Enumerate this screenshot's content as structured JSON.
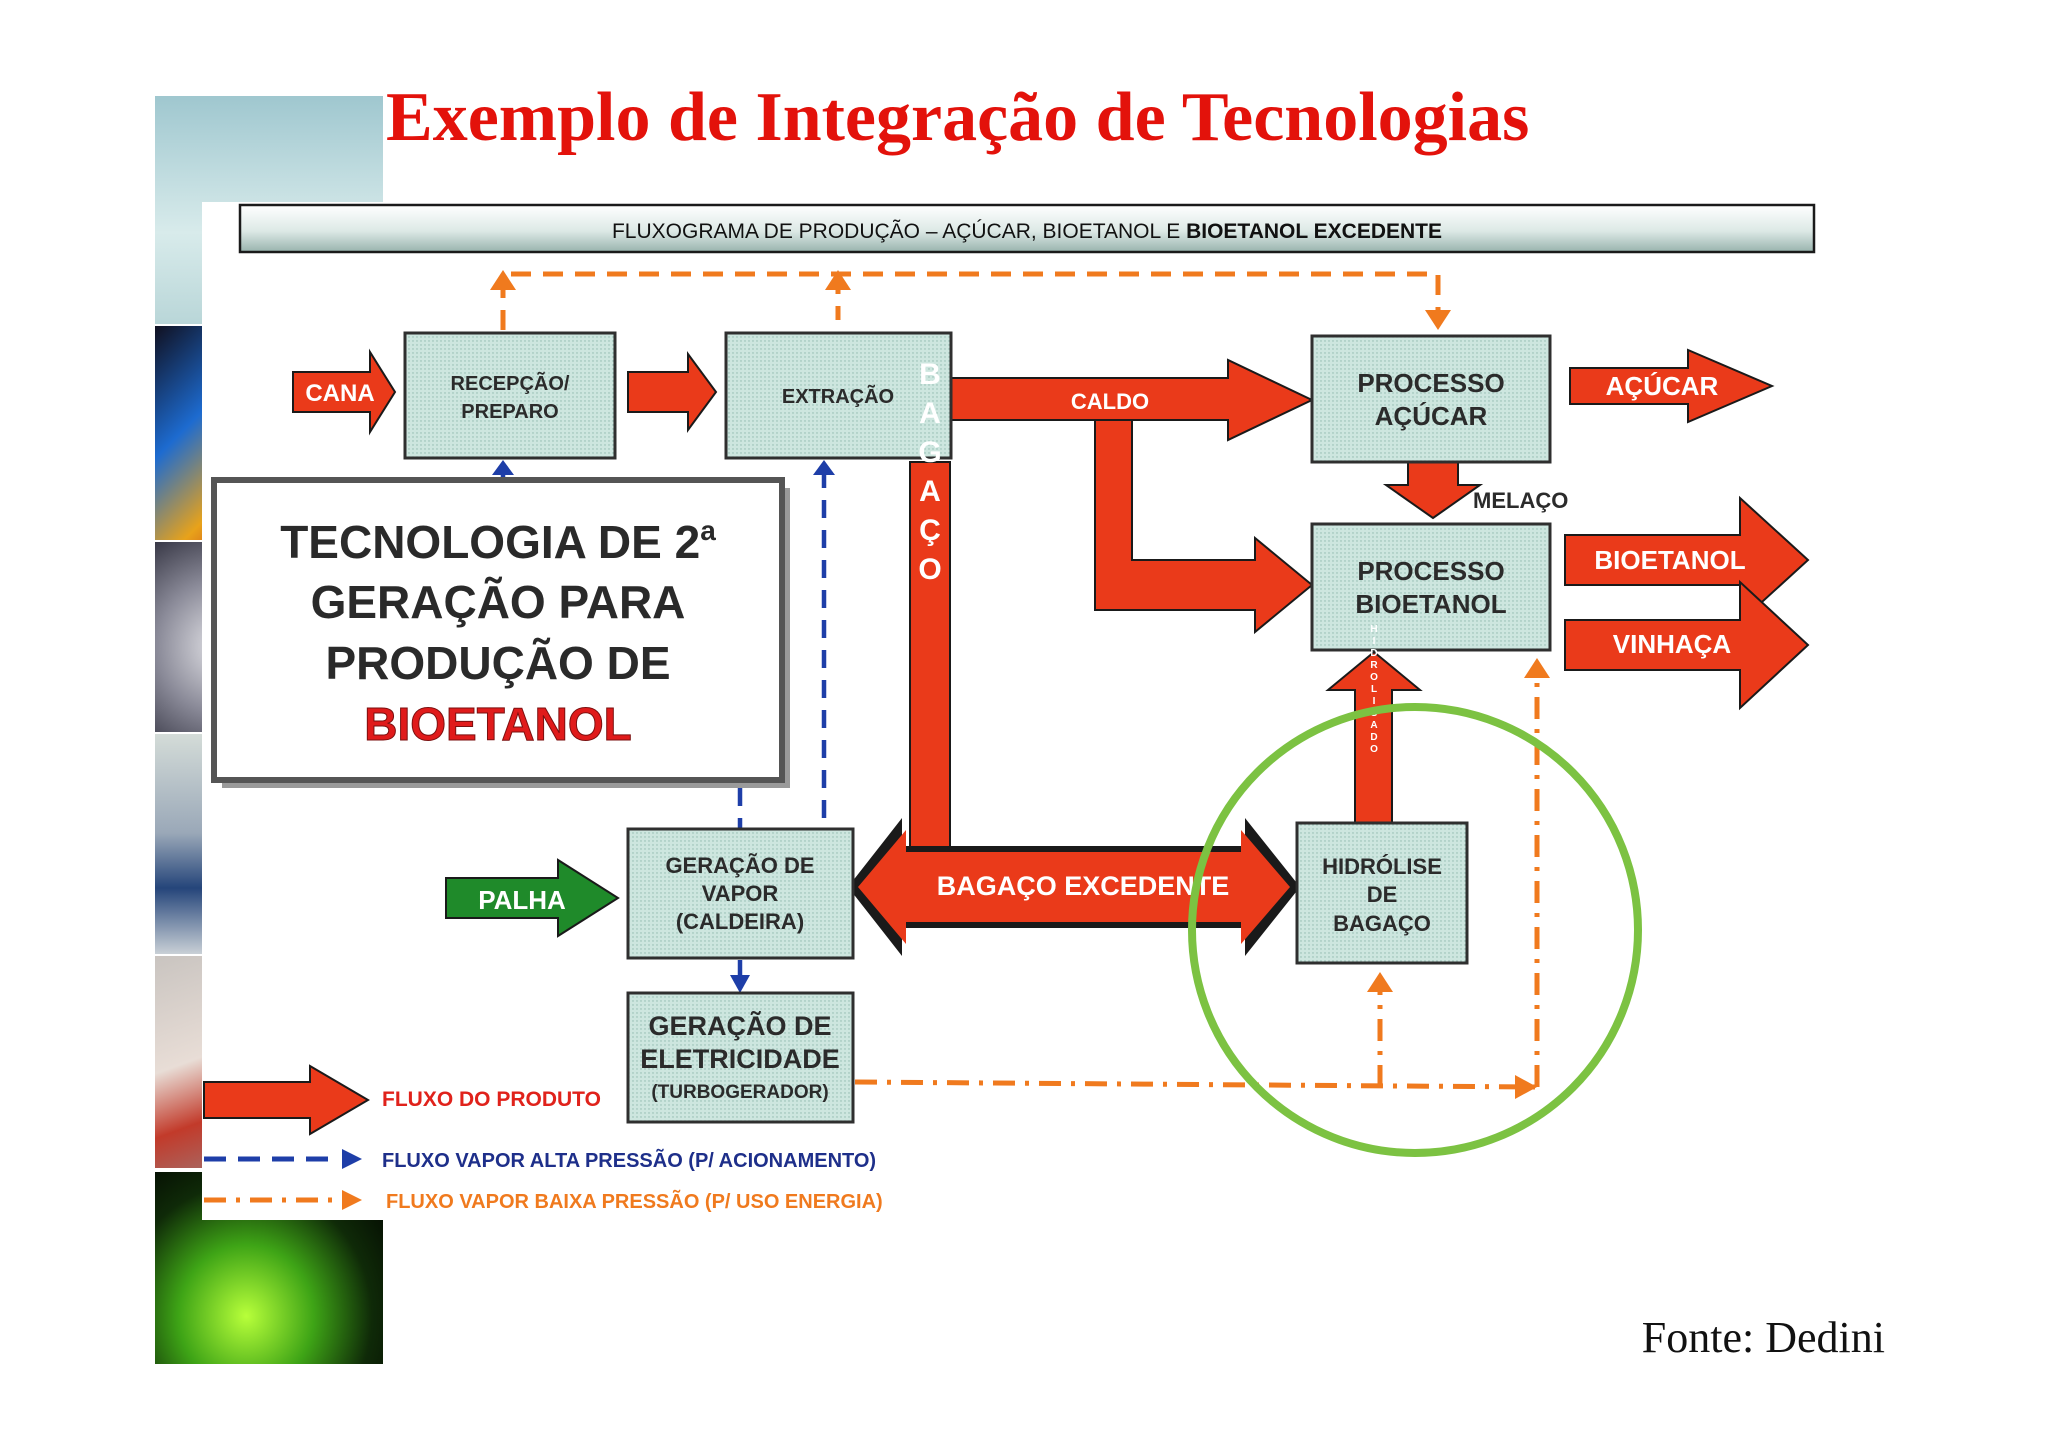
{
  "title": "Exemplo de Integração de Tecnologias",
  "source": "Fonte: Dedini",
  "banner": {
    "prefix": "FLUXOGRAMA DE PRODUÇÃO – AÇÚCAR, BIOETANOL E ",
    "bold": "BIOETANOL EXCEDENTE"
  },
  "callout": {
    "line1": "TECNOLOGIA DE 2",
    "sup": "a",
    "line2": "GERAÇÃO PARA",
    "line3": "PRODUÇÃO DE",
    "line4": "BIOETANOL"
  },
  "boxes": {
    "recepcao": [
      "RECEPÇÃO/",
      "PREPARO"
    ],
    "extracao": [
      "EXTRAÇÃO"
    ],
    "processo_acucar": [
      "PROCESSO",
      "AÇÚCAR"
    ],
    "processo_bioetanol": [
      "PROCESSO",
      "BIOETANOL"
    ],
    "geracao_vapor": [
      "GERAÇÃO DE",
      "VAPOR",
      "(CALDEIRA)"
    ],
    "geracao_eletricidade": [
      "GERAÇÃO DE",
      "ELETRICIDADE",
      "(TURBOGERADOR)"
    ],
    "hidrolise": [
      "HIDRÓLISE",
      "DE",
      "BAGAÇO"
    ]
  },
  "arrows": {
    "cana": "CANA",
    "caldo": "CALDO",
    "acucar": "AÇÚCAR",
    "melaco": "MELAÇO",
    "bioetanol": "BIOETANOL",
    "vinhaca": "VINHAÇA",
    "bagaco": "BAGAÇO",
    "hidrolisado": "HIDROLISADO",
    "palha": "PALHA",
    "bagaco_excedente": "BAGAÇO EXCEDENTE"
  },
  "legend": {
    "produto": "FLUXO DO PRODUTO",
    "alta": "FLUXO VAPOR ALTA PRESSÃO (P/ ACIONAMENTO)",
    "baixa": "FLUXO VAPOR BAIXA PRESSÃO (P/ USO ENERGIA)"
  },
  "colors": {
    "title": "#e3120b",
    "box_fill": "#c9e3dc",
    "box_border": "#333333",
    "product_arrow": "#ea3a1a",
    "palha_arrow": "#1f8a2a",
    "high_pressure": "#1e3ea8",
    "low_pressure": "#f07a1e",
    "highlight_circle": "#7cc242"
  }
}
